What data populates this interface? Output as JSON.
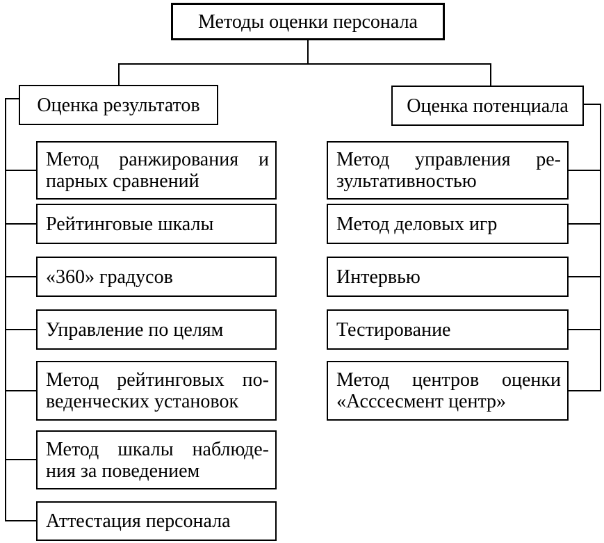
{
  "diagram": {
    "root": "Методы оценки персонала",
    "left_branch": {
      "title": "Оценка результатов",
      "items": [
        {
          "lines": [
            "Метод ранжирования и",
            "парных сравнений"
          ]
        },
        {
          "lines": [
            "Рейтинговые шкалы"
          ]
        },
        {
          "lines": [
            "«360» градусов"
          ]
        },
        {
          "lines": [
            "Управление по целям"
          ]
        },
        {
          "lines": [
            "Метод рейтинговых по-",
            "веденческих установок"
          ]
        },
        {
          "lines": [
            "Метод шкалы наблюде-",
            "ния за поведением"
          ]
        },
        {
          "lines": [
            "Аттестация персонала"
          ]
        }
      ]
    },
    "right_branch": {
      "title": "Оценка потенциала",
      "items": [
        {
          "lines": [
            "Метод управления ре-",
            "зультативностью"
          ]
        },
        {
          "lines": [
            "Метод деловых игр"
          ]
        },
        {
          "lines": [
            "Интервью"
          ]
        },
        {
          "lines": [
            "Тестирование"
          ]
        },
        {
          "lines": [
            "Метод центров оценки",
            "«Асссесмент центр»"
          ]
        }
      ]
    },
    "colors": {
      "line": "#000000",
      "background": "#ffffff",
      "text": "#000000"
    }
  }
}
